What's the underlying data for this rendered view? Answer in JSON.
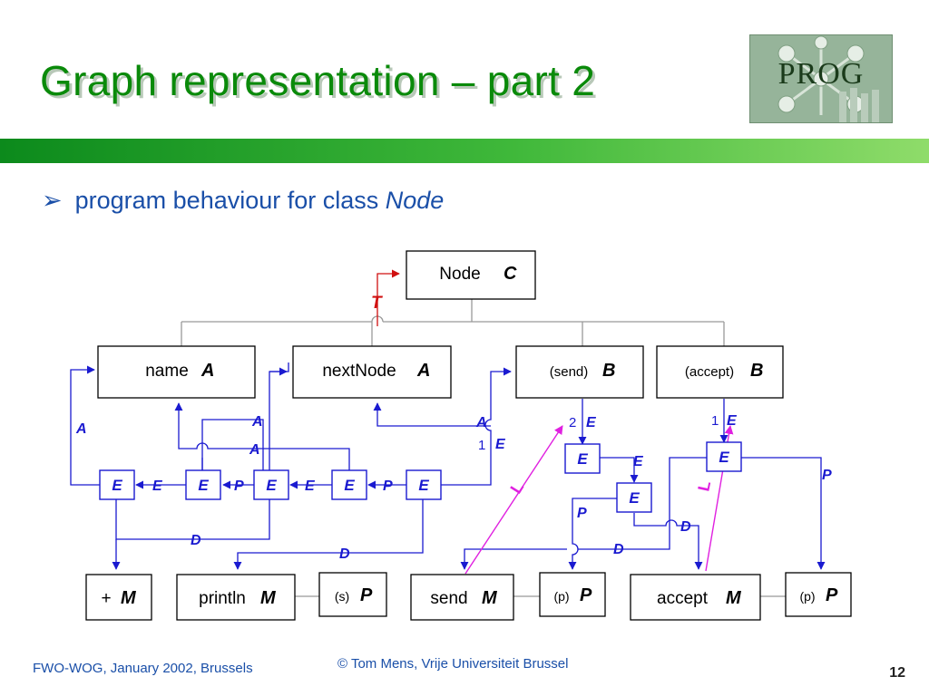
{
  "slide": {
    "title": "Graph representation – part 2",
    "bullet": {
      "text": "program behaviour for class ",
      "emphasis": "Node"
    },
    "logo_text": "PROG",
    "footer_left": "FWO-WOG, January 2002, Brussels",
    "footer_center": "© Tom Mens, Vrije Universiteit Brussel",
    "page_number": "12"
  },
  "diagram": {
    "nodes": [
      {
        "id": "node",
        "label": "Node",
        "type": "C"
      },
      {
        "id": "name",
        "label": "name",
        "type": "A"
      },
      {
        "id": "nextnode",
        "label": "nextNode",
        "type": "A"
      },
      {
        "id": "send-b",
        "label": "(send)",
        "type": "B"
      },
      {
        "id": "accept-b",
        "label": "(accept)",
        "type": "B"
      },
      {
        "id": "plus-m",
        "label": "+",
        "type": "M"
      },
      {
        "id": "println-m",
        "label": "println",
        "type": "M"
      },
      {
        "id": "s-p",
        "label": "(s)",
        "type": "P"
      },
      {
        "id": "send-m",
        "label": "send",
        "type": "M"
      },
      {
        "id": "p-p1",
        "label": "(p)",
        "type": "P"
      },
      {
        "id": "accept-m",
        "label": "accept",
        "type": "M"
      },
      {
        "id": "p-p2",
        "label": "(p)",
        "type": "P"
      },
      {
        "id": "e1",
        "label": "E"
      },
      {
        "id": "e2",
        "label": "E"
      },
      {
        "id": "e3",
        "label": "E"
      },
      {
        "id": "e4",
        "label": "E"
      },
      {
        "id": "e5",
        "label": "E"
      },
      {
        "id": "e6",
        "label": "E"
      },
      {
        "id": "e7",
        "label": "E"
      },
      {
        "id": "e8",
        "label": "E"
      }
    ],
    "edge_labels": [
      {
        "id": "t",
        "text": "T"
      },
      {
        "id": "a1",
        "text": "A"
      },
      {
        "id": "a2",
        "text": "A"
      },
      {
        "id": "a3",
        "text": "A"
      },
      {
        "id": "a4",
        "text": "A"
      },
      {
        "id": "e-lbl1",
        "text": "E"
      },
      {
        "id": "e-lbl2",
        "text": "E"
      },
      {
        "id": "p-lbl1",
        "text": "P"
      },
      {
        "id": "p-lbl2",
        "text": "P"
      },
      {
        "id": "p-lbl3",
        "text": "P"
      },
      {
        "id": "p-lbl4",
        "text": "P"
      },
      {
        "id": "d1",
        "text": "D"
      },
      {
        "id": "d2",
        "text": "D"
      },
      {
        "id": "d3",
        "text": "D"
      },
      {
        "id": "d4",
        "text": "D"
      },
      {
        "id": "e-lbl3",
        "text": "E"
      },
      {
        "id": "e-lbl4",
        "text": "E"
      },
      {
        "id": "e-lbl5",
        "text": "E"
      },
      {
        "id": "e-lbl6",
        "text": "E"
      },
      {
        "id": "l1",
        "text": "L"
      },
      {
        "id": "l2",
        "text": "L"
      }
    ],
    "numbers": [
      "2",
      "1",
      "1"
    ]
  },
  "colors": {
    "title": "#0a8a0a",
    "edge": "#1a1ad0",
    "l_edge": "#e020e0",
    "t_edge": "#d01010",
    "tree": "#999999"
  }
}
